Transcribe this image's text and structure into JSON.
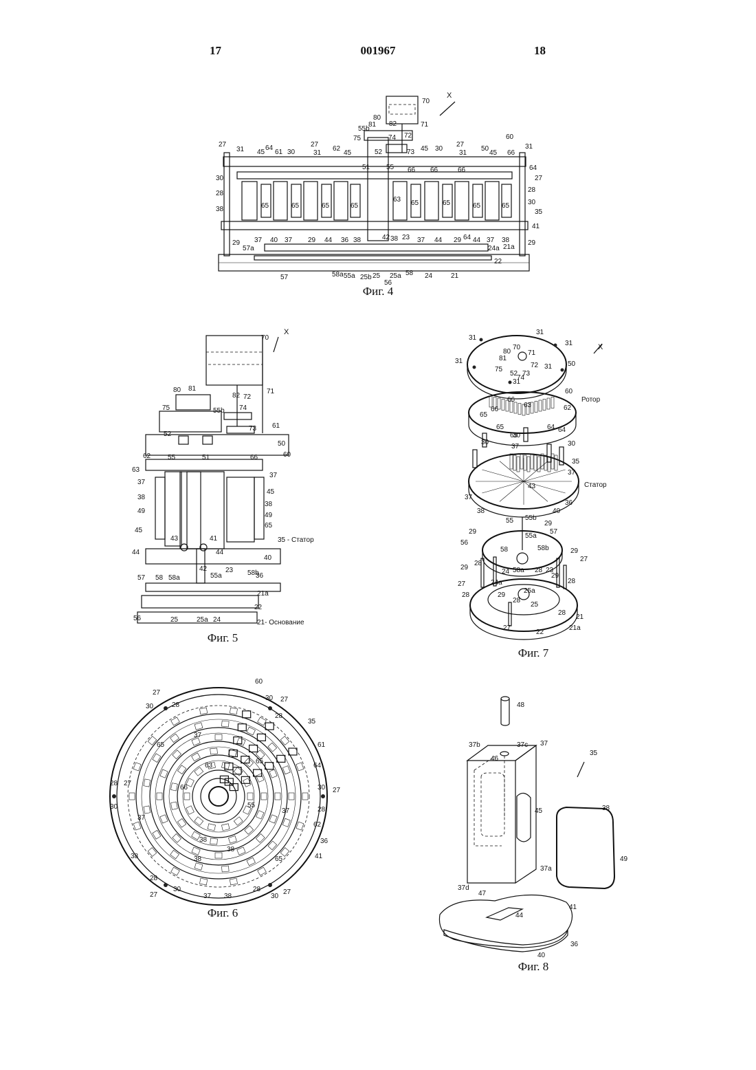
{
  "header": {
    "left": "17",
    "center": "001967",
    "right": "18"
  },
  "figures": {
    "fig4": {
      "caption": "Фиг. 4",
      "marker": "X"
    },
    "fig5": {
      "caption": "Фиг. 5",
      "marker": "X",
      "stator_note": "35 - Статор",
      "base_note": "21- Основание"
    },
    "fig6": {
      "caption": "Фиг. 6"
    },
    "fig7": {
      "caption": "Фиг. 7",
      "marker": "X",
      "rotor_note": "Ротор",
      "stator_note": "Статор"
    },
    "fig8": {
      "caption": "Фиг. 8"
    }
  }
}
